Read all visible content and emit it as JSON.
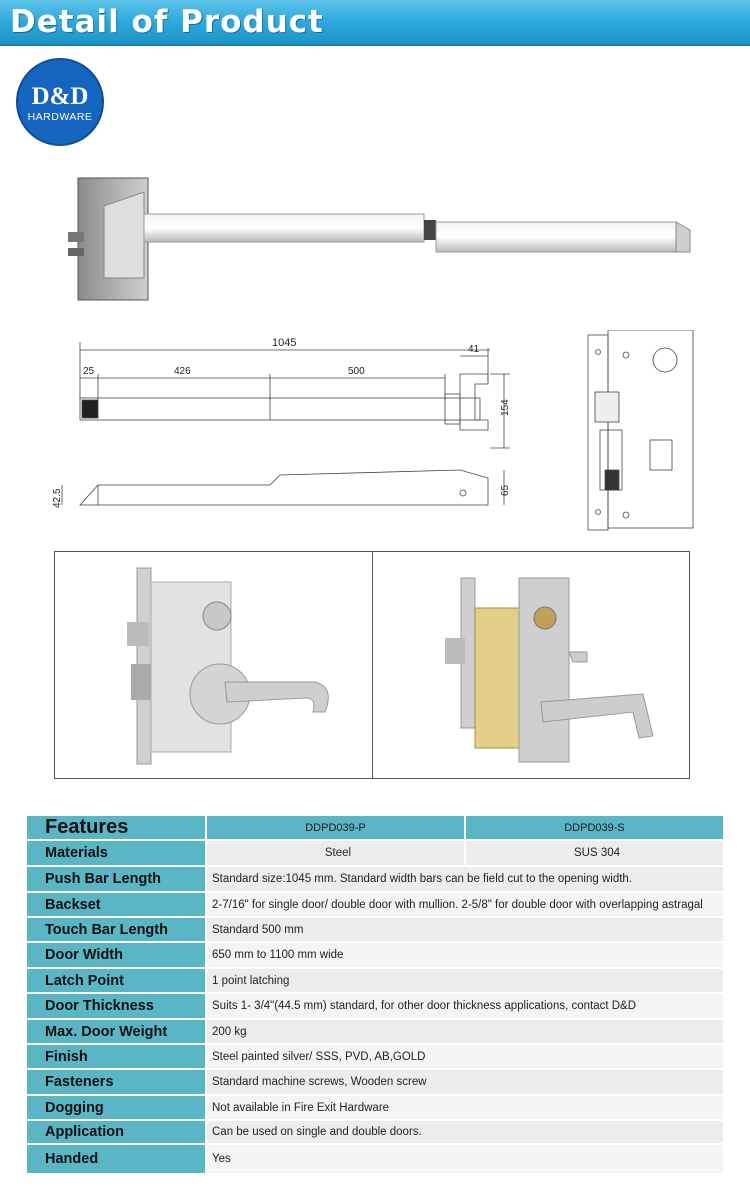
{
  "header": {
    "title": "Detail of Product"
  },
  "logo": {
    "main": "D&D",
    "sub": "HARDWARE"
  },
  "drawing": {
    "dim_total": "1045",
    "dim_end": "41",
    "dim_left": "25",
    "dim_mid": "426",
    "dim_touch": "500",
    "dim_height": "154",
    "dim_side": "42.5",
    "dim_depth": "65"
  },
  "spec": {
    "header_label": "Features",
    "col_p": "DDPD039-P",
    "col_s": "DDPD039-S",
    "materials_label": "Materials",
    "materials_p": "Steel",
    "materials_s": "SUS 304",
    "rows": [
      {
        "label": "Push Bar Length",
        "value": "Standard size:1045 mm. Standard width bars can be field cut to the opening width."
      },
      {
        "label": "Backset",
        "value": "2-7/16\" for single door/ double door with mullion. 2-5/8\" for double door with overlapping astragal"
      },
      {
        "label": "Touch Bar Length",
        "value": "Standard 500 mm"
      },
      {
        "label": "Door Width",
        "value": "650 mm to 1100 mm wide"
      },
      {
        "label": "Latch Point",
        "value": "1 point latching"
      },
      {
        "label": "Door Thickness",
        "value": "Suits 1- 3/4\"(44.5 mm) standard, for other door thickness applications, contact D&D"
      },
      {
        "label": "Max. Door Weight",
        "value": "200 kg"
      },
      {
        "label": "Finish",
        "value": "Steel painted silver/ SSS, PVD, AB,GOLD"
      },
      {
        "label": "Fasteners",
        "value": "Standard machine screws, Wooden screw"
      },
      {
        "label": "Dogging",
        "value": "Not available in Fire Exit Hardware"
      },
      {
        "label": "Application",
        "value": "Can be used on single and double doors."
      },
      {
        "label": "Handed",
        "value": "Yes"
      }
    ]
  },
  "colors": {
    "header": "#2aa6da",
    "logo": "#1565c0",
    "table_label": "#5ab5c5",
    "table_value": "#ececec"
  }
}
